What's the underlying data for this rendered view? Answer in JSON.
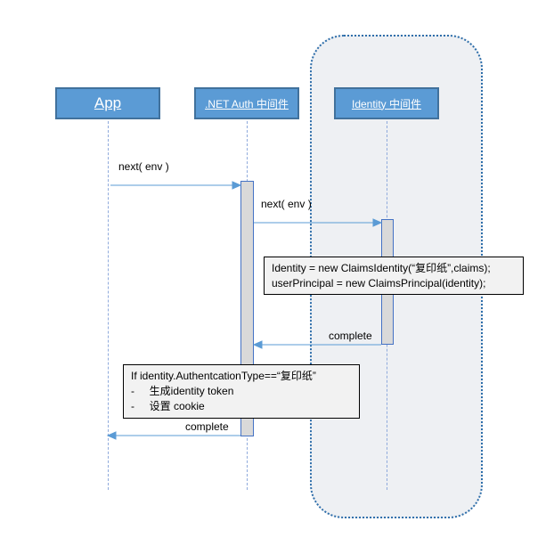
{
  "participants": {
    "app": {
      "label": "App"
    },
    "auth": {
      "label": ".NET Auth 中间件"
    },
    "identity": {
      "label": "Identity 中间件"
    }
  },
  "messages": {
    "m1": "next( env )",
    "m2": "next( env )",
    "m3": "complete",
    "m4": "complete"
  },
  "notes": {
    "identity_note": {
      "line1": "Identity = new ClaimsIdentity(“复印纸”,claims);",
      "line2": "userPrincipal = new ClaimsPrincipal(identity);"
    },
    "auth_note": {
      "line1": "If identity.AuthentcationType==“复印纸”",
      "line2": "-     生成identity token",
      "line3": "-     设置 cookie"
    }
  },
  "colors": {
    "participant_fill": "#5b9bd5",
    "participant_border": "#41719c",
    "arrow": "#5b9bd5",
    "group_border": "#2e6eaa",
    "group_fill": "#eef0f3"
  }
}
